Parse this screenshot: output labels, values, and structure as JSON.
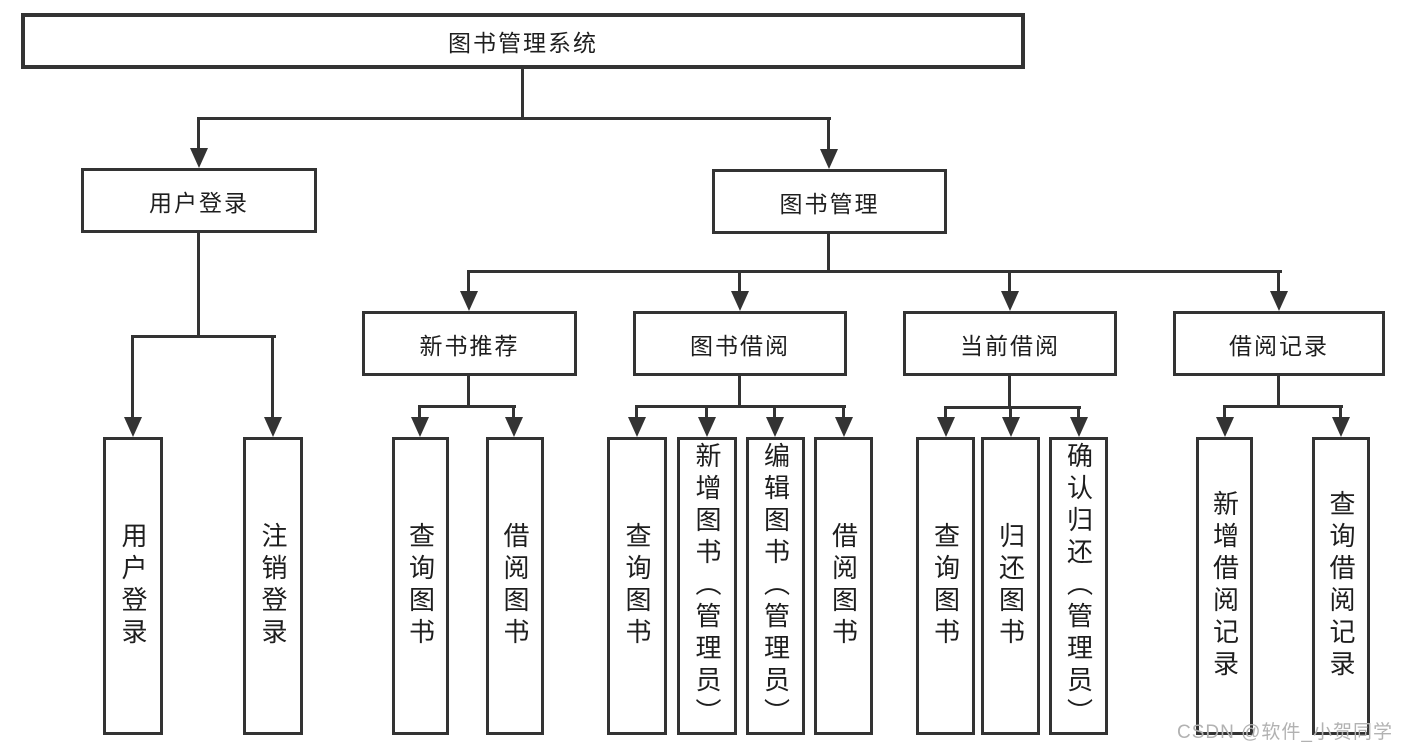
{
  "diagram_title": "图书管理系统",
  "tree": {
    "label": "图书管理系统",
    "children": [
      {
        "label": "用户登录",
        "children": [
          {
            "label": "用户登录"
          },
          {
            "label": "注销登录"
          }
        ]
      },
      {
        "label": "图书管理",
        "children": [
          {
            "label": "新书推荐",
            "children": [
              {
                "label": "查询图书"
              },
              {
                "label": "借阅图书"
              }
            ]
          },
          {
            "label": "图书借阅",
            "children": [
              {
                "label": "查询图书"
              },
              {
                "label": "新增图书（管理员）"
              },
              {
                "label": "编辑图书（管理员）"
              },
              {
                "label": "借阅图书"
              }
            ]
          },
          {
            "label": "当前借阅",
            "children": [
              {
                "label": "查询图书"
              },
              {
                "label": "归还图书"
              },
              {
                "label": "确认归还（管理员）"
              }
            ]
          },
          {
            "label": "借阅记录",
            "children": [
              {
                "label": "新增借阅记录"
              },
              {
                "label": "查询借阅记录"
              }
            ]
          }
        ]
      }
    ]
  },
  "watermark": {
    "text": "CSDN @软件_小贺同学",
    "color": "#b2b2b2"
  },
  "colors": {
    "line": "#333333",
    "box_border": "#333333",
    "text": "#1e1e1e",
    "background": "#ffffff"
  }
}
